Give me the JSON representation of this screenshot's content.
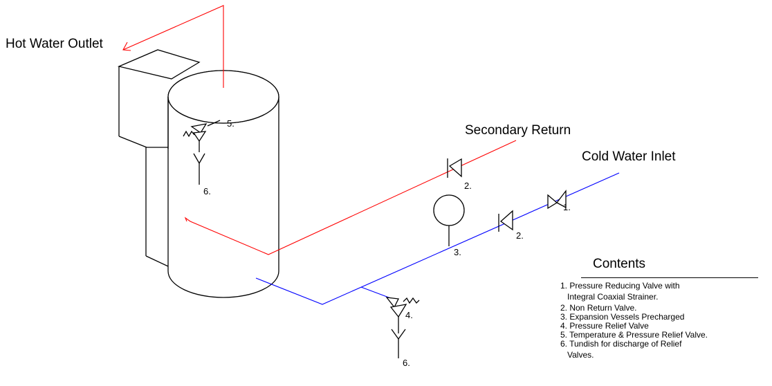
{
  "labels": {
    "hot_water_outlet": "Hot Water Outlet",
    "secondary_return": "Secondary Return",
    "cold_water_inlet": "Cold Water Inlet"
  },
  "callouts": {
    "trv_top": "5.",
    "tundish_top": "6.",
    "nrv_secondary": "2.",
    "prv_inlet": "1.",
    "nrv_inlet": "2.",
    "expansion": "3.",
    "relief_valve": "4.",
    "tundish_bottom": "6."
  },
  "legend": {
    "title": "Contents",
    "items": [
      {
        "line1": "1. Pressure Reducing Valve with",
        "line2": "Integral Coaxial Strainer."
      },
      {
        "line1": "2. Non Return Valve."
      },
      {
        "line1": "3. Expansion Vessels Precharged"
      },
      {
        "line1": "4. Pressure Relief Valve"
      },
      {
        "line1": "5. Temperature & Pressure Relief Valve."
      },
      {
        "line1": "6. Tundish for discharge of Relief",
        "line2": "Valves."
      }
    ]
  },
  "colors": {
    "hot": "#ff0000",
    "cold": "#0000ff",
    "outline": "#000000"
  }
}
